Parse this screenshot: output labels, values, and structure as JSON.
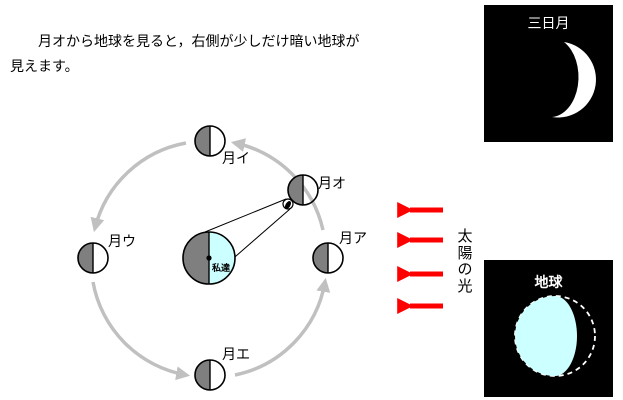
{
  "paragraph": {
    "line1": "月オから地球を見ると，右側が少しだけ暗い地球が",
    "line2": "見えます。"
  },
  "moons": [
    {
      "key": "a",
      "label": "月ア"
    },
    {
      "key": "i",
      "label": "月イ"
    },
    {
      "key": "u",
      "label": "月ウ"
    },
    {
      "key": "e",
      "label": "月エ"
    },
    {
      "key": "o",
      "label": "月オ"
    }
  ],
  "earth": {
    "label": "私達"
  },
  "sunlight": {
    "chars": [
      "太",
      "陽",
      "の",
      "光"
    ]
  },
  "panels": {
    "crescent_title": "三日月",
    "earth_title": "地球"
  },
  "colors": {
    "shadow": "#7f7f7f",
    "earth_lit": "#ccffff",
    "arrow_red": "#ff0000",
    "orbit_gray": "#c0c0c0"
  }
}
